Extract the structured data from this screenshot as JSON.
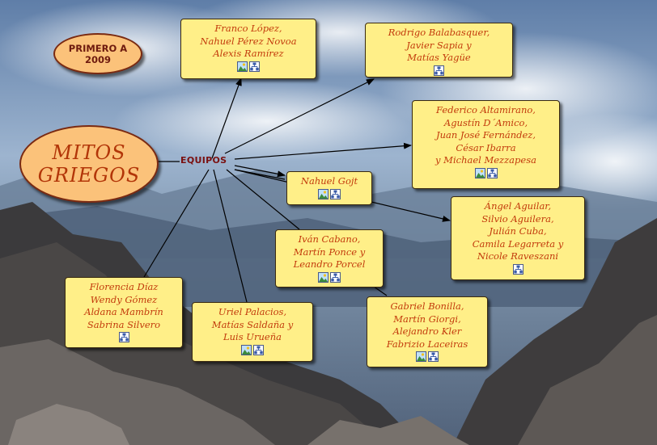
{
  "diagram": {
    "tag": "PRIMERO A\n2009",
    "central": "MITOS\nGRIEGOS",
    "hub": "EQUIPOS",
    "teams": [
      {
        "names": "Franco López,\nNahuel Pérez Novoa\nAlexis Ramírez",
        "icons": [
          "image-icon",
          "org-chart-icon"
        ]
      },
      {
        "names": "Rodrigo Balabasquer,\nJavier Sapia y\nMatías Yagüe",
        "icons": [
          "org-chart-icon"
        ]
      },
      {
        "names": "Federico Altamirano,\nAgustín D´Amico,\nJuan José Fernández,\nCésar Ibarra\ny Michael Mezzapesa",
        "icons": [
          "image-icon",
          "org-chart-icon"
        ]
      },
      {
        "names": "Nahuel Gojt",
        "icons": [
          "image-icon",
          "org-chart-icon"
        ]
      },
      {
        "names": "Ángel Aguilar,\nSilvio Aguilera,\nJulián Cuba,\nCamila Legarreta y\nNicole Raveszani",
        "icons": [
          "org-chart-icon"
        ]
      },
      {
        "names": "Iván Cabano,\nMartín Ponce y\nLeandro Porcel",
        "icons": [
          "image-icon",
          "org-chart-icon"
        ]
      },
      {
        "names": "Gabriel Bonilla,\nMartín Giorgi,\nAlejandro Kler\nFabrizio Laceiras",
        "icons": [
          "image-icon",
          "org-chart-icon"
        ]
      },
      {
        "names": "Uriel Palacios,\nMatías Saldaña y\nLuis Urueña",
        "icons": [
          "image-icon",
          "org-chart-icon"
        ]
      },
      {
        "names": "Florencia Díaz\nWendy Gómez\nAldana Mambrín\nSabrina Silvero",
        "icons": [
          "org-chart-icon"
        ]
      }
    ]
  },
  "colors": {
    "card_fill": "#ffef88",
    "card_text": "#c23a0c",
    "oval_fill": "#fbc27a",
    "hub_text": "#7a1010"
  }
}
